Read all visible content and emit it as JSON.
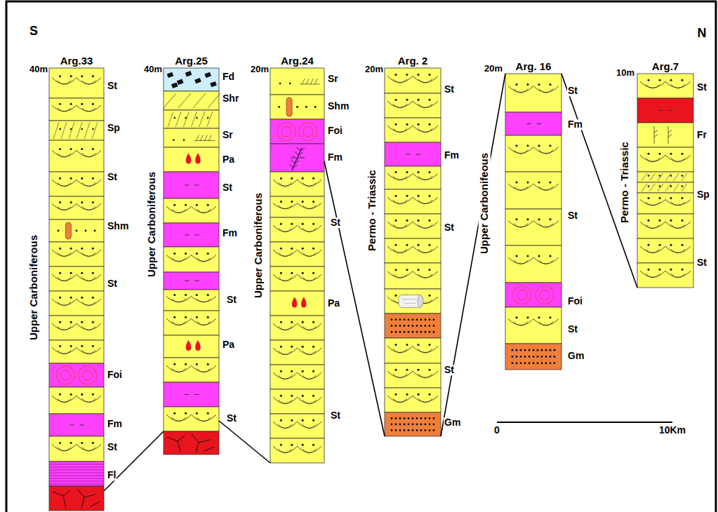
{
  "diagram": {
    "nodes": [
      {
        "text": [
          "Arg.33"
        ]
      },
      {
        "text": [
          "Arg.25"
        ]
      },
      {
        "text": [
          "Arg.24"
        ]
      },
      {
        "text": [
          "Arg. 2"
        ]
      },
      {
        "text": [
          "Arg. 16"
        ]
      },
      {
        "text": [
          "Arg.7"
        ]
      }
    ],
    "edges": [
      {
        "from": 0,
        "to": 1,
        "arrow": "none"
      },
      {
        "from": 1,
        "to": 2,
        "arrow": "none"
      },
      {
        "from": 2,
        "to": 3,
        "arrow": "none"
      },
      {
        "from": 3,
        "to": 4,
        "arrow": "none"
      },
      {
        "from": 4,
        "to": 5,
        "arrow": "none"
      }
    ],
    "labels": [
      "S",
      "N",
      "40m",
      "Upper Carboniferous",
      "St",
      "Sp",
      "St",
      "Shm",
      "St",
      "Foi",
      "Fm",
      "St",
      "Fl",
      "40m",
      "Upper Carboniferous",
      "Fd",
      "Shr",
      "Sr",
      "Pa",
      "St",
      "Fm",
      "St",
      "Pa",
      "St",
      "20m",
      "Upper Carboniferous",
      "Sr",
      "Shm",
      "Foi",
      "Fm",
      "St",
      "Pa",
      "St",
      "20m",
      "Permo - Triassic",
      "St",
      "Fm",
      "St",
      "St",
      "Gm",
      "20m",
      "Upper Carbonifeous",
      "St",
      "Fm",
      "St",
      "Foi",
      "St",
      "Gm",
      "10m",
      "Permo - Triassic",
      "St",
      "Fr",
      "Sp",
      "St",
      "0",
      "10Km"
    ]
  }
}
